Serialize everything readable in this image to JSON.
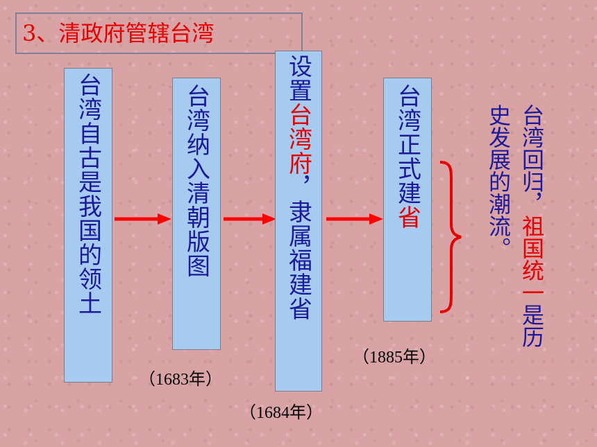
{
  "title": "3、清政府管辖台湾",
  "boxes": {
    "box1": "台湾自古是我国的领土",
    "box2": "台湾纳入清朝版图",
    "box3_a": "设置",
    "box3_b": "台湾府",
    "box3_c": "，隶属福建省",
    "box4_a": "台湾正式建",
    "box4_b": "省"
  },
  "years": {
    "y1683": "（1683年）",
    "y1684": "（1684年）",
    "y1885": "（1885年）"
  },
  "conclusion": {
    "col1_a": "台湾回归，",
    "col1_b": "祖国统一",
    "col2": "是历史发展的潮流。"
  },
  "colors": {
    "accent_red": "#e60000",
    "box_blue": "#a6caf0",
    "text_blue": "#1a1a9a"
  }
}
